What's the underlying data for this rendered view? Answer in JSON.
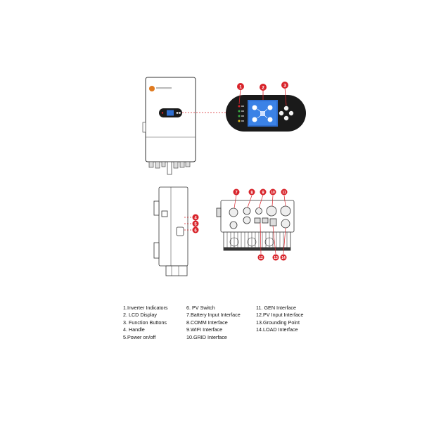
{
  "callouts": [
    "1",
    "2",
    "3",
    "4",
    "5",
    "6",
    "7",
    "8",
    "9",
    "10",
    "11",
    "12",
    "13",
    "14"
  ],
  "legend": {
    "col1": [
      "1.Inverter Indicators",
      "2. LCD Display",
      "3. Function Buttons",
      "4. Handle",
      "5.Power on/off"
    ],
    "col2": [
      "6. PV Switch",
      "7.Battery Input Interface",
      "8.COMM Interface",
      "9.WIFI Interface",
      "10.GRID Interface"
    ],
    "col3": [
      "11. GEN Interface",
      "12.PV Input Interface",
      "13.Grounding Point",
      "14.LOAD Interface"
    ]
  },
  "colors": {
    "accent": "#d8232a",
    "line": "#333333",
    "screen": "#2f6fd1",
    "panel": "#1a1a1a"
  },
  "icons": [
    "inverter-front-view",
    "display-panel-closeup",
    "inverter-side-view",
    "inverter-bottom-view"
  ]
}
